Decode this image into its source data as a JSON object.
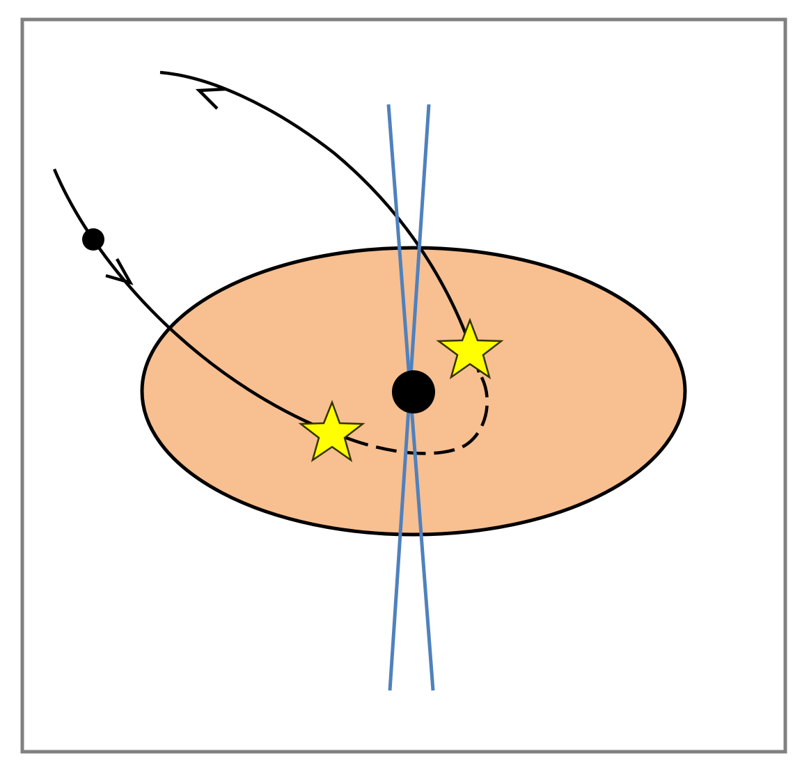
{
  "colors": {
    "frame": "#808080",
    "background": "#ffffff",
    "disk_fill": "#F8BF90",
    "outline": "#000000",
    "jet": "#4F81BD",
    "star_fill": "#FFFF00",
    "star_stroke": "#333300",
    "central_mass": "#000000",
    "orbiting_body": "#000000"
  },
  "elements": {
    "disk": "ellipse",
    "central_object": "black-hole",
    "jet": "bipolar-cone",
    "trajectory": "incoming-outgoing-orbit",
    "stars": [
      "star-icon",
      "star-icon"
    ],
    "arrows": [
      "arrow-incoming",
      "arrow-outgoing"
    ]
  }
}
